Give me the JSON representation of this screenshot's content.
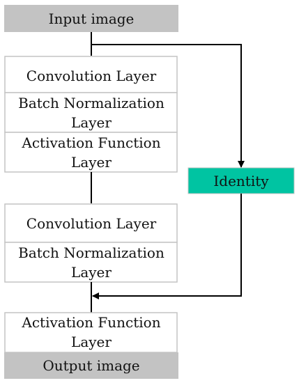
{
  "input": "Input image",
  "output": "Output image",
  "identity": "Identity",
  "block1": {
    "conv": "Convolution Layer",
    "bn_line1": "Batch Normalization",
    "bn_line2": "Layer",
    "act_line1": "Activation Function",
    "act_line2": "Layer"
  },
  "block2": {
    "conv": "Convolution Layer",
    "bn_line1": "Batch Normalization",
    "bn_line2": "Layer"
  },
  "block3": {
    "act_line1": "Activation Function",
    "act_line2": "Layer"
  },
  "colors": {
    "io_fill": "#c3c3c3",
    "identity_fill": "#00c4a2",
    "box_border": "#c4c4c4",
    "arrow": "#000000"
  }
}
